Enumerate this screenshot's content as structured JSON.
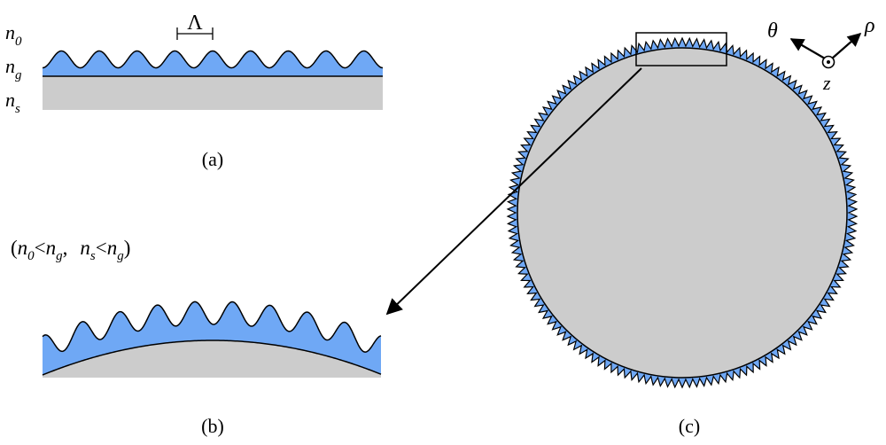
{
  "colors": {
    "grating": "#6fa8f5",
    "substrate": "#cccccc",
    "stroke": "#000000",
    "background": "#ffffff"
  },
  "panel_a": {
    "caption": "(a)",
    "period_symbol": "Λ",
    "n0": {
      "base": "n",
      "sub": "0"
    },
    "ng": {
      "base": "n",
      "sub": "g"
    },
    "ns": {
      "base": "n",
      "sub": "s"
    },
    "wave_periods": 9
  },
  "panel_b": {
    "caption": "(b)",
    "wave_periods": 9
  },
  "panel_c": {
    "caption": "(c)",
    "teeth_count": 150
  },
  "condition": {
    "open": "(",
    "n0_base": "n",
    "n0_sub": "0",
    "lt1": "<",
    "ng1_base": "n",
    "ng1_sub": "g",
    "comma": ",",
    "ns_base": "n",
    "ns_sub": "s",
    "lt2": "<",
    "ng2_base": "n",
    "ng2_sub": "g",
    "close": ")"
  },
  "axes": {
    "theta": "θ",
    "rho": "ρ",
    "z": "z"
  }
}
